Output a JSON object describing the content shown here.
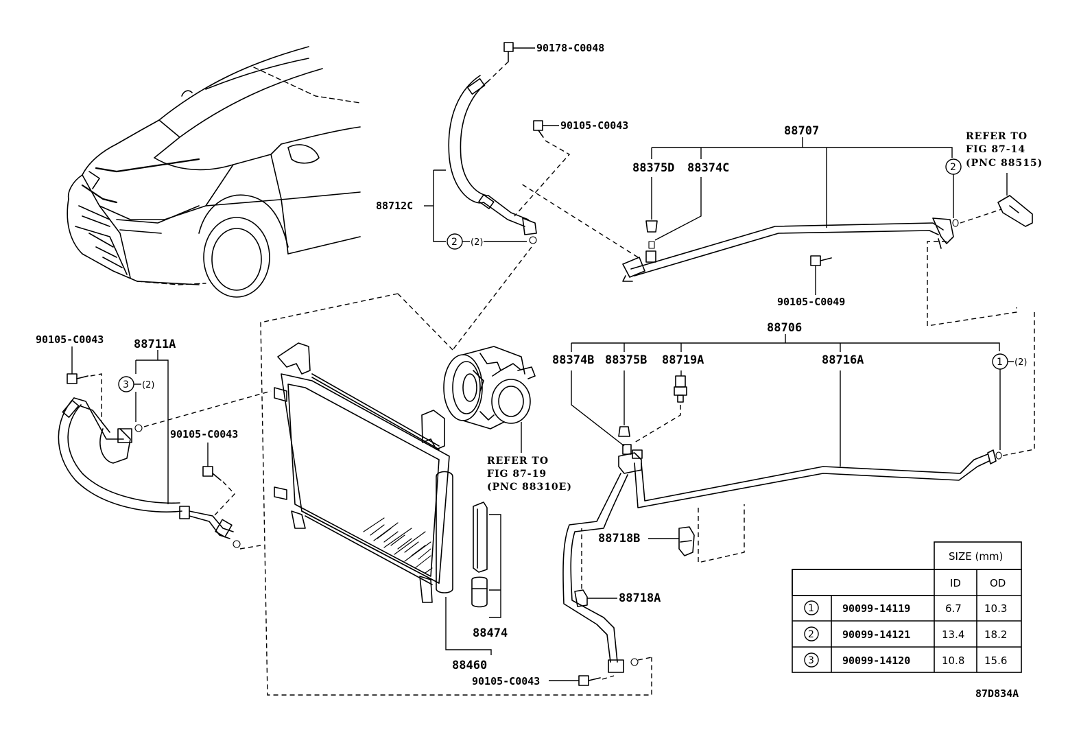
{
  "parts": {
    "bolt_top": "90178-C0048",
    "bolt_upper": "90105-C0043",
    "hose_88712c": "88712C",
    "ring_qty_a": "(2)",
    "pipe_group_88707": "88707",
    "valve_88375d": "88375D",
    "cap_88374c": "88374C",
    "bolt_88707": "90105-C0049",
    "pipe_group_88706": "88706",
    "cap_88374b": "88374B",
    "valve_88375b": "88375B",
    "sensor_88719a": "88719A",
    "pipe_88716a": "88716A",
    "ring_qty_b": "(2)",
    "bolt_left": "90105-C0043",
    "hose_88711a": "88711A",
    "ring_qty_c": "(2)",
    "bolt_left_lower": "90105-C0043",
    "clamp_88718b": "88718B",
    "clamp_88718a": "88718A",
    "dryer_88474": "88474",
    "condenser_88460": "88460",
    "bolt_bottom": "90105-C0043",
    "diagram_code": "87D834A"
  },
  "circle_refs": {
    "one": "1",
    "two": "2",
    "three": "3"
  },
  "refer_notes": {
    "right_line1": "REFER TO",
    "right_line2": "FIG 87-14",
    "right_line3": "(PNC 88515)",
    "compressor_line1": "REFER TO",
    "compressor_line2": "FIG 87-19",
    "compressor_line3": "(PNC 88310E)"
  },
  "size_table": {
    "header": "SIZE (mm)",
    "col_id": "ID",
    "col_od": "OD",
    "rows": [
      {
        "ref": "1",
        "part": "90099-14119",
        "id": "6.7",
        "od": "10.3"
      },
      {
        "ref": "2",
        "part": "90099-14121",
        "id": "13.4",
        "od": "18.2"
      },
      {
        "ref": "3",
        "part": "90099-14120",
        "id": "10.8",
        "od": "15.6"
      }
    ]
  }
}
